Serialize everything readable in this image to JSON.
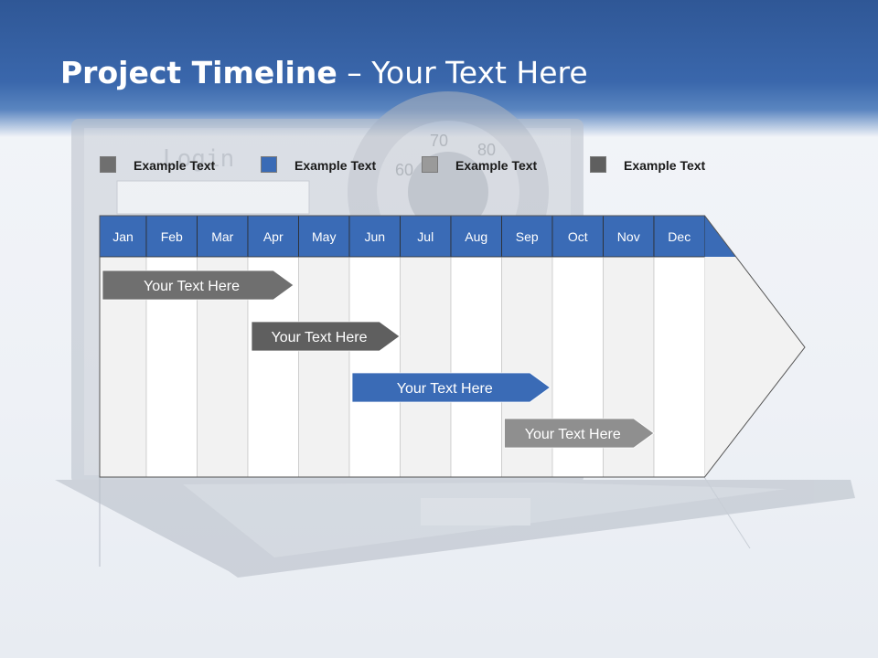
{
  "header": {
    "title_bold": "Project Timeline",
    "title_rest": " – Your Text Here"
  },
  "legend": [
    {
      "label": "Example Text",
      "color": "#6f6f6f"
    },
    {
      "label": "Example Text",
      "color": "#3a6bb6"
    },
    {
      "label": "Example Text",
      "color": "#9a9a9a"
    },
    {
      "label": "Example Text",
      "color": "#5f5f5f"
    }
  ],
  "months": [
    "Jan",
    "Feb",
    "Mar",
    "Apr",
    "May",
    "Jun",
    "Jul",
    "Aug",
    "Sep",
    "Oct",
    "Nov",
    "Dec"
  ],
  "tasks": [
    {
      "label": "Your  Text Here",
      "start_month": "Jan",
      "end_month": "Apr",
      "color": "#6f6f6f"
    },
    {
      "label": "Your  Text Here",
      "start_month": "Apr",
      "end_month": "Jun",
      "color": "#5f5f5f"
    },
    {
      "label": "Your  Text Here",
      "start_month": "Jun",
      "end_month": "Sep",
      "color": "#3a6bb6"
    },
    {
      "label": "Your  Text Here",
      "start_month": "Sep",
      "end_month": "Dec",
      "color": "#8f8f8f"
    }
  ],
  "colors": {
    "header_blue": "#3a67ac",
    "month_header": "#3a6bb6",
    "col_light": "#f2f2f2",
    "col_white": "#ffffff"
  },
  "background": {
    "screen_text": "Login",
    "dial_numbers": [
      "60",
      "70",
      "80"
    ]
  }
}
